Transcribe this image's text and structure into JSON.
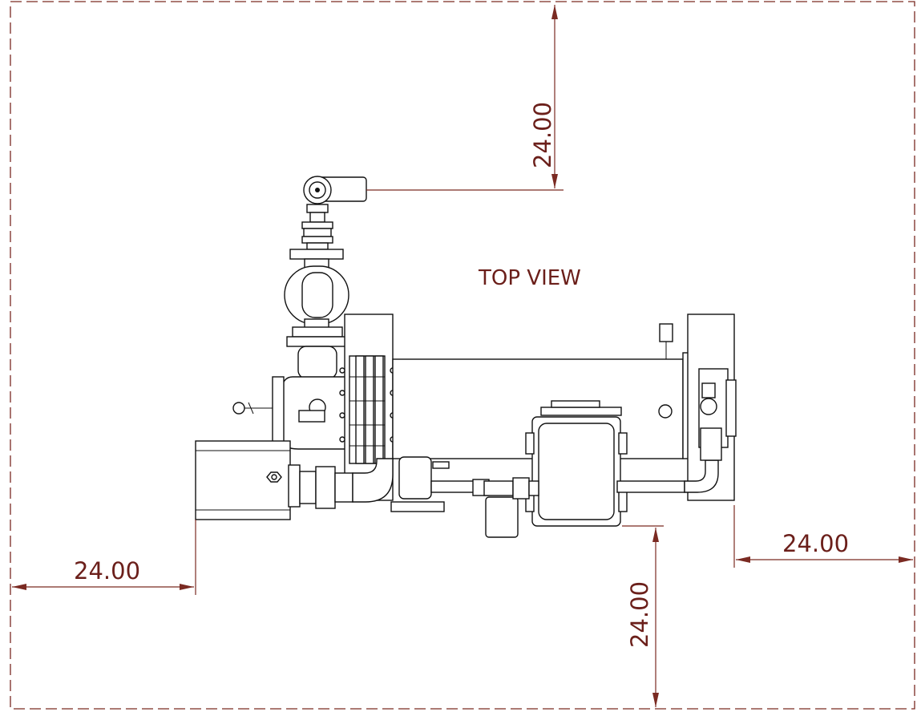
{
  "view_label": "TOP VIEW",
  "dimensions": {
    "top_clearance": "24.00",
    "left_clearance": "24.00",
    "right_clearance": "24.00",
    "bottom_clearance": "24.00"
  },
  "colors": {
    "dimension": "#7a2a22",
    "outline": "#111111",
    "background": "#ffffff"
  }
}
